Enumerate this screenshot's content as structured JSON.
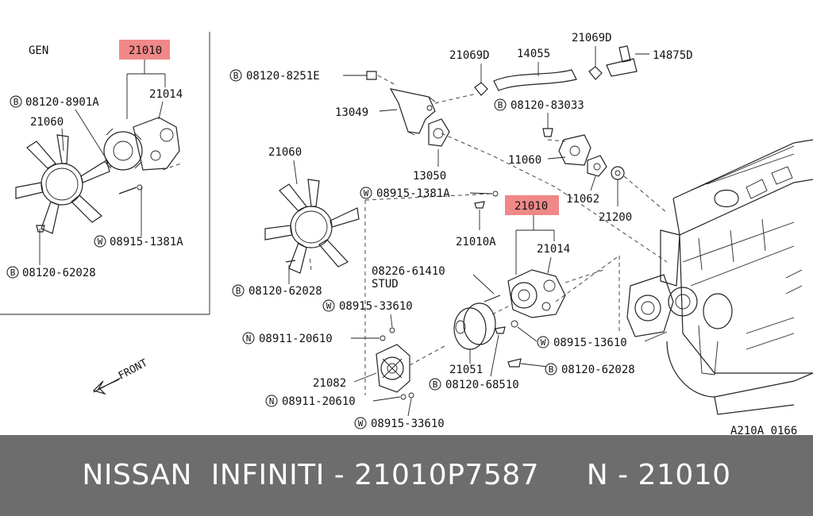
{
  "diagram": {
    "corner_label": "GEN",
    "ref_code": "A210A 0166",
    "front_label": "FRONT",
    "stud_label": "STUD",
    "highlight_color": "#f08888",
    "parts": {
      "p21010_gen": "21010",
      "p21014_gen": "21014",
      "p21060_gen": "21060",
      "b08120_8901A": "08120-8901A",
      "w08915_1381A_gen": "08915-1381A",
      "b08120_62028_gen": "08120-62028",
      "b08120_8251E": "08120-8251E",
      "p13049": "13049",
      "p13050": "13050",
      "p21069D_a": "21069D",
      "p14055": "14055",
      "p21069D_b": "21069D",
      "p14875D": "14875D",
      "b08120_83033": "08120-83033",
      "p11060": "11060",
      "p11062": "11062",
      "p21200": "21200",
      "p21060": "21060",
      "w08915_1381A": "08915-1381A",
      "p21010": "21010",
      "p21010A": "21010A",
      "p21014": "21014",
      "b08120_62028_a": "08120-62028",
      "p08226_61410": "08226-61410",
      "w08915_33610_a": "08915-33610",
      "n08911_20610_a": "08911-20610",
      "w08915_13610": "08915-13610",
      "p21082": "21082",
      "p21051": "21051",
      "b08120_62028_b": "08120-62028",
      "b08120_68510": "08120-68510",
      "n08911_20610_b": "08911-20610",
      "w08915_33610_b": "08915-33610"
    },
    "badges": {
      "B": "B",
      "W": "W",
      "N": "N"
    }
  },
  "footer": {
    "text": "NISSAN  INFINITI - 21010P7587     N - 21010",
    "background": "#6d6d6d"
  }
}
